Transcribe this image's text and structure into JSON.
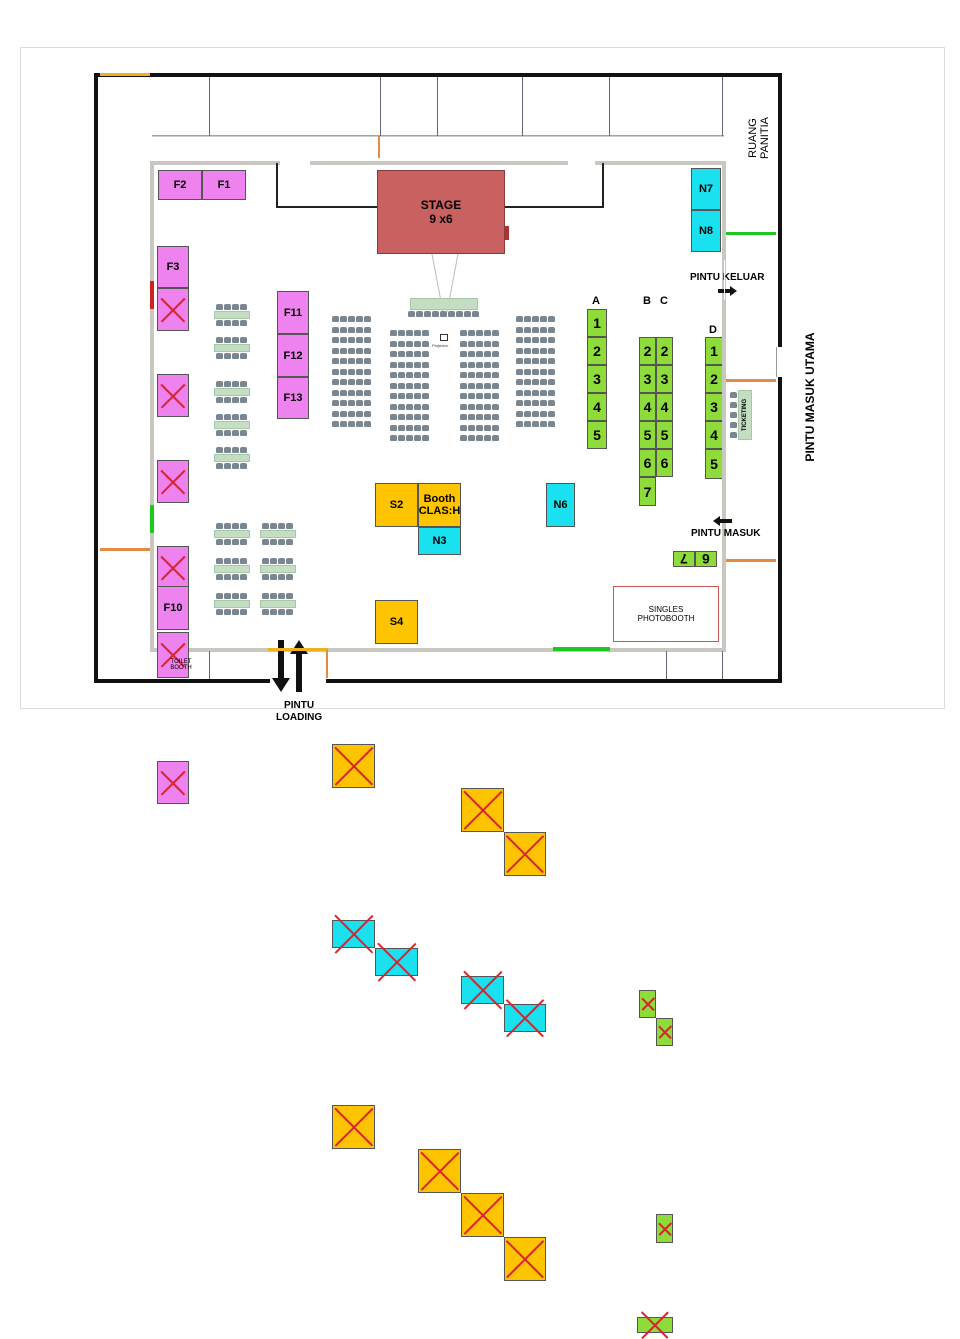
{
  "stage": {
    "title": "STAGE",
    "size": "9 x6"
  },
  "projector_label": "Projector",
  "rooms": {
    "ruang_panitia": [
      "RUANG",
      "PANITIA"
    ],
    "toilet_booth": [
      "TOILET",
      "BOOTH"
    ],
    "singles_photobooth": [
      "SINGLES",
      "PHOTOBOOTH"
    ],
    "ticketing": "TICKETING"
  },
  "doors": {
    "pintu_keluar": "PINTU KELUAR",
    "pintu_masuk": "PINTU MASUK",
    "pintu_masuk_utama": "PINTU MASUK UTAMA",
    "pintu_loading": [
      "PINTU",
      "LOADING"
    ]
  },
  "booths_f": {
    "f1": "F1",
    "f2": "F2",
    "f3": "F3",
    "f10": "F10",
    "f11": "F11",
    "f12": "F12",
    "f13": "F13"
  },
  "booths_n": {
    "n3": "N3",
    "n6": "N6",
    "n7": "N7",
    "n8": "N8"
  },
  "booths_s": {
    "s2": "S2",
    "s4": "S4",
    "booth_clas": [
      "Booth",
      "CLAS:H"
    ]
  },
  "rows": {
    "a": {
      "label": "A",
      "numbers": [
        "1",
        "2",
        "3",
        "4",
        "5"
      ]
    },
    "b": {
      "label": "B",
      "numbers": [
        "2",
        "3",
        "4",
        "5",
        "6",
        "7"
      ]
    },
    "c": {
      "label": "C",
      "numbers": [
        "2",
        "3",
        "4",
        "5",
        "6"
      ]
    },
    "d": {
      "label": "D",
      "numbers": [
        "1",
        "2",
        "3",
        "4",
        "5"
      ]
    },
    "bottom": {
      "numbers": [
        "7",
        "6"
      ]
    }
  },
  "colors": {
    "pink": "#ee82ee",
    "yellow": "#ffc400",
    "cyan": "#19e1ef",
    "green": "#8ddc3a",
    "stage": "#c8615f"
  }
}
